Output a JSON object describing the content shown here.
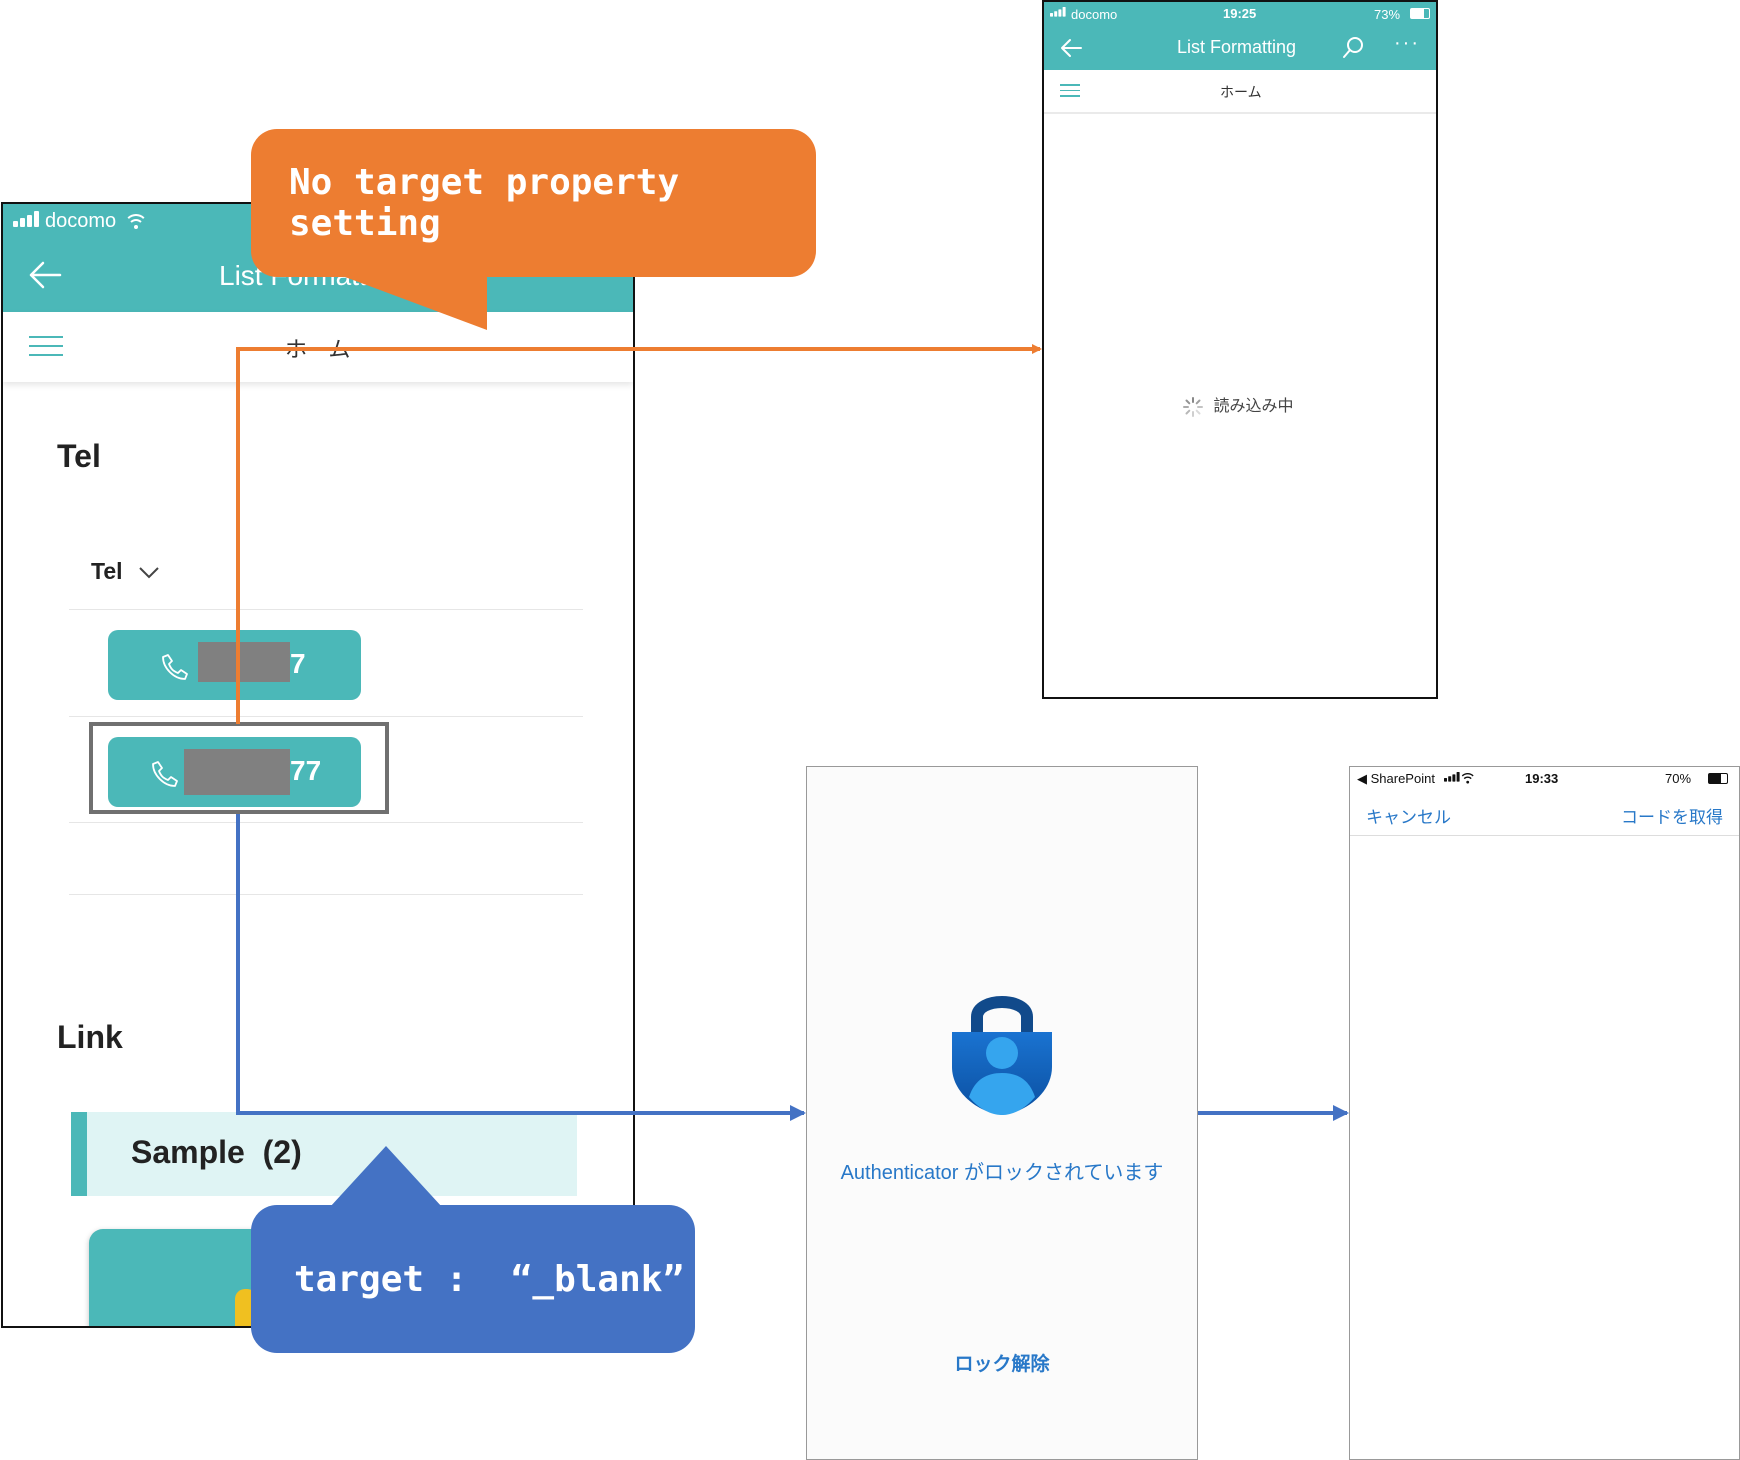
{
  "colors": {
    "teal": "#4bb8b8",
    "orange": "#ed7d31",
    "blue": "#4472c4",
    "link_blue": "#2878c8",
    "redact_gray": "#808080",
    "outline_gray": "#707070"
  },
  "phone_left": {
    "status": {
      "carrier": "docomo",
      "icons": [
        "signal-bars-icon",
        "wifi-icon"
      ]
    },
    "navbar": {
      "back_icon": "arrow-left-icon",
      "title": "List Formatting"
    },
    "subbar": {
      "menu_icon": "hamburger-icon",
      "title": "ホーム"
    },
    "tel_section": {
      "title": "Tel",
      "column_header": "Tel",
      "column_icon": "chevron-down-icon",
      "buttons": [
        {
          "icon": "phone-icon",
          "visible_suffix": "7"
        },
        {
          "icon": "phone-icon",
          "visible_suffix": "77"
        }
      ]
    },
    "link_section": {
      "title": "Link",
      "group_header": "Sample  (2)"
    }
  },
  "callouts": {
    "orange": "No target property setting",
    "blue": "target :  “_blank”"
  },
  "phone_top_right": {
    "status": {
      "carrier": "docomo",
      "time": "19:25",
      "battery": "73%"
    },
    "navbar": {
      "back_icon": "arrow-left-icon",
      "title": "List Formatting",
      "search_icon": "search-icon",
      "more_icon": "more-dots-icon"
    },
    "subbar": {
      "menu_icon": "hamburger-icon",
      "title": "ホーム"
    },
    "loading": {
      "icon": "spinner-icon",
      "text": "読み込み中"
    }
  },
  "phone_authenticator": {
    "logo": "authenticator-lock-icon",
    "message": "Authenticator がロックされています",
    "unlock_button": "ロック解除"
  },
  "phone_sharepoint": {
    "status": {
      "back_app": "◀ SharePoint",
      "time": "19:33",
      "battery": "70%"
    },
    "cancel_button": "キャンセル",
    "get_code_button": "コードを取得"
  }
}
